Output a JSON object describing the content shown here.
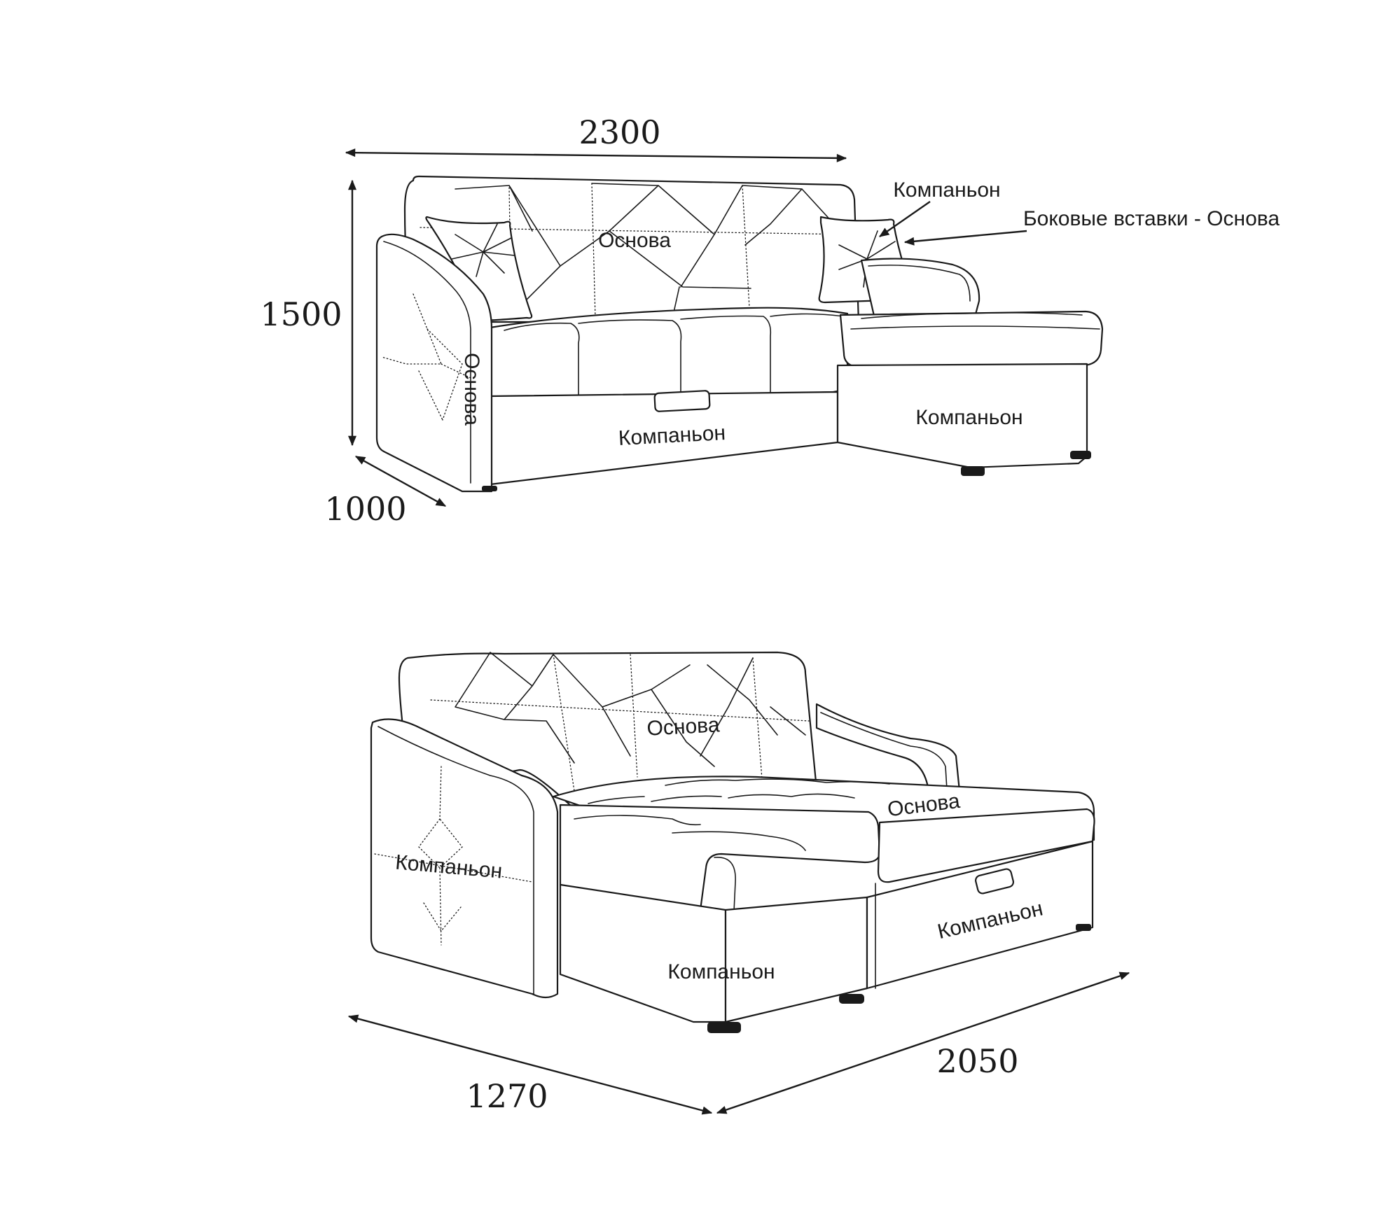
{
  "dimensions": {
    "top_width": "2300",
    "top_height": "1500",
    "top_depth": "1000",
    "bottom_depth": "1270",
    "bottom_length": "2050"
  },
  "labels": {
    "top_back": "Основа",
    "top_side": "Основа",
    "top_front": "Компаньон",
    "top_chaise_front": "Компаньон",
    "top_pillow_callout": "Компаньон",
    "top_side_inserts_callout": "Боковые вставки - Основа",
    "bottom_back": "Основа",
    "bottom_seat": "Основа",
    "bottom_side": "Компаньон",
    "bottom_front": "Компаньон",
    "bottom_bed_front": "Компаньон"
  },
  "colors": {
    "line": "#1a1a1a",
    "background": "#ffffff"
  }
}
